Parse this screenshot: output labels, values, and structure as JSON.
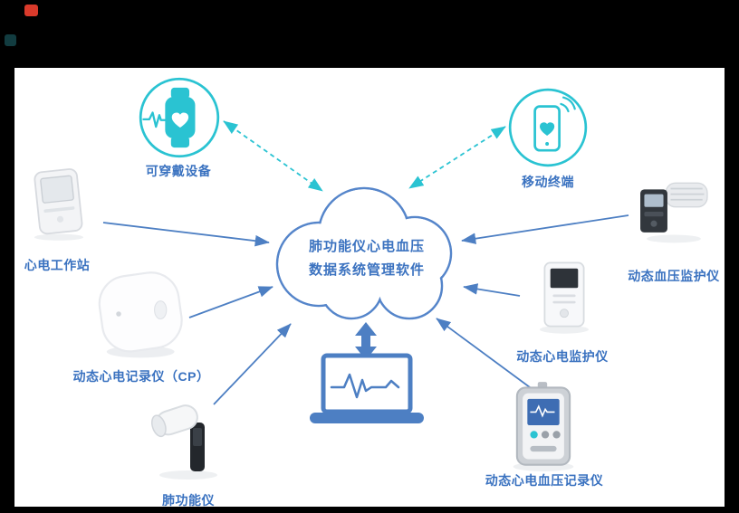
{
  "cloud": {
    "title_line1": "肺功能仪心电血压",
    "title_line2": "数据系统管理软件"
  },
  "nodes": [
    {
      "id": "wearable",
      "label": "可穿戴设备"
    },
    {
      "id": "mobile",
      "label": "移动终端"
    },
    {
      "id": "ecg-workstation",
      "label": "心电工作站"
    },
    {
      "id": "holter-recorder",
      "label": "动态心电记录仪（CP）"
    },
    {
      "id": "spirometer",
      "label": "肺功能仪"
    },
    {
      "id": "bp-monitor",
      "label": "动态血压监护仪"
    },
    {
      "id": "ecg-monitor",
      "label": "动态心电监护仪"
    },
    {
      "id": "ecg-bp-recorder",
      "label": "动态心电血压记录仪"
    }
  ],
  "colors": {
    "teal": "#2ac3d2",
    "blue": "#4d7fc3",
    "label_text": "#3a72c0",
    "cloud_stroke": "#5585ca"
  }
}
